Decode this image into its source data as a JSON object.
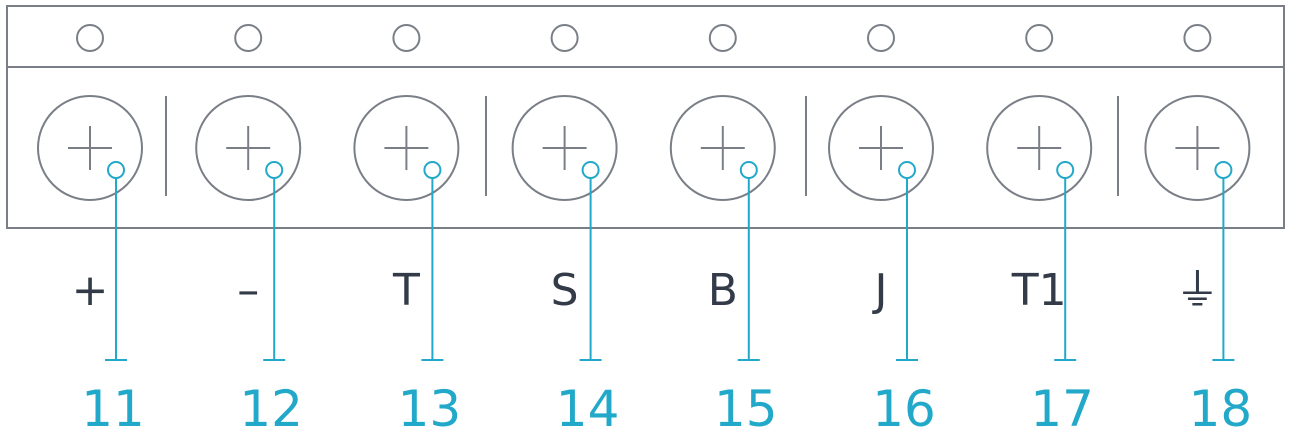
{
  "terminal_block": {
    "terminals": [
      {
        "label": "+",
        "number": "11"
      },
      {
        "label": "–",
        "number": "12"
      },
      {
        "label": "T",
        "number": "13"
      },
      {
        "label": "S",
        "number": "14"
      },
      {
        "label": "B",
        "number": "15"
      },
      {
        "label": "J",
        "number": "16"
      },
      {
        "label": "T1",
        "number": "17"
      },
      {
        "label": "⏚",
        "number": "18"
      }
    ],
    "colors": {
      "outline": "#7a7f87",
      "label_text": "#333b48",
      "callout": "#22a9c9"
    }
  }
}
